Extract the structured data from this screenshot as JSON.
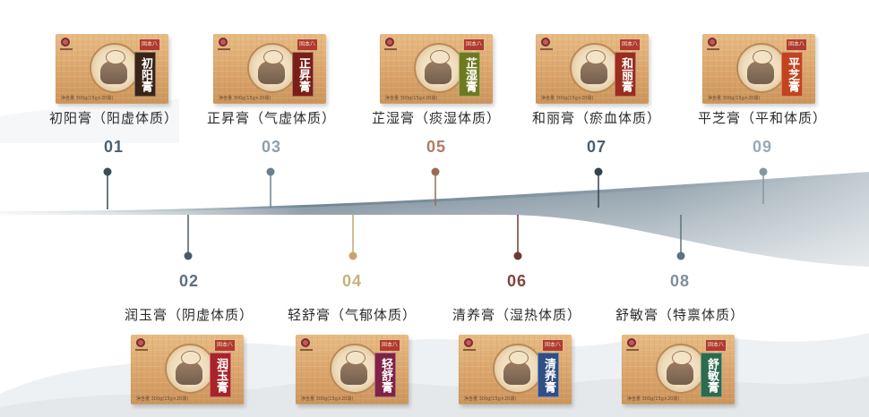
{
  "items": [
    {
      "num": "01",
      "label": "初阳膏（阳虚体质）",
      "box_title": "初阳膏",
      "num_color": "#4a6070",
      "marker_color": "#3c4b58",
      "title_color": "#3a2417"
    },
    {
      "num": "02",
      "label": "润玉膏（阴虚体质）",
      "box_title": "润玉膏",
      "num_color": "#5c6f7c",
      "marker_color": "#4b5a66",
      "title_color": "#a8232a"
    },
    {
      "num": "03",
      "label": "正昇膏（气虚体质）",
      "box_title": "正昇膏",
      "num_color": "#8fa0ab",
      "marker_color": "#6c7f8c",
      "title_color": "#7a1f17"
    },
    {
      "num": "04",
      "label": "轻舒膏（气郁体质）",
      "box_title": "轻舒膏",
      "num_color": "#c9b07a",
      "marker_color": "#c4a56c",
      "title_color": "#7e2346"
    },
    {
      "num": "05",
      "label": "芷湿膏（痰湿体质）",
      "box_title": "芷湿膏",
      "num_color": "#b07b63",
      "marker_color": "#9a6a55",
      "title_color": "#6e7a1f"
    },
    {
      "num": "06",
      "label": "清养膏（湿热体质）",
      "box_title": "清养膏",
      "num_color": "#7c4440",
      "marker_color": "#6e3a36",
      "title_color": "#2f4f86"
    },
    {
      "num": "07",
      "label": "和丽膏（瘀血体质）",
      "box_title": "和丽膏",
      "num_color": "#4a5e6d",
      "marker_color": "#35434f",
      "title_color": "#9b2c1e"
    },
    {
      "num": "08",
      "label": "舒敏膏（特禀体质）",
      "box_title": "舒敏膏",
      "num_color": "#7d909c",
      "marker_color": "#5f7280",
      "title_color": "#2e6a4e"
    },
    {
      "num": "09",
      "label": "平芝膏（平和体质）",
      "box_title": "平芝膏",
      "num_color": "#9aa9b3",
      "marker_color": "#8696a1",
      "title_color": "#c2431f"
    }
  ],
  "box_stamp": "固本八膏",
  "box_footer": "净含量 300g(15g×20袋)"
}
